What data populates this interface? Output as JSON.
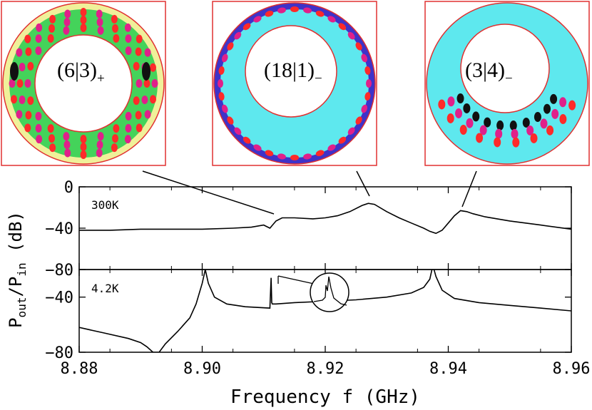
{
  "chart_data": [
    {
      "type": "line",
      "panel_label": "300K",
      "xlabel": "Frequency f (GHz)",
      "ylabel_parts": {
        "p": "P",
        "out": "out",
        "slash": "/P",
        "in": "in",
        "unit": " (dB)"
      },
      "xlim": [
        8.88,
        8.96
      ],
      "ylim": [
        -80,
        0
      ],
      "x_ticks": [
        "8.88",
        "8.90",
        "8.92",
        "8.94",
        "8.96"
      ],
      "y_ticks": [
        "0",
        "−40",
        "−80"
      ],
      "x": [
        8.88,
        8.885,
        8.89,
        8.895,
        8.9,
        8.905,
        8.908,
        8.91,
        8.911,
        8.912,
        8.913,
        8.915,
        8.918,
        8.92,
        8.922,
        8.924,
        8.926,
        8.927,
        8.928,
        8.93,
        8.932,
        8.934,
        8.936,
        8.937,
        8.938,
        8.939,
        8.94,
        8.941,
        8.942,
        8.943,
        8.944,
        8.946,
        8.95,
        8.955,
        8.96
      ],
      "y": [
        -42,
        -42,
        -41,
        -41,
        -41,
        -40,
        -39,
        -37,
        -40,
        -33,
        -30,
        -30,
        -31,
        -30,
        -28,
        -24,
        -18,
        -16,
        -17,
        -24,
        -30,
        -35,
        -40,
        -43,
        -45,
        -42,
        -35,
        -28,
        -23,
        -24,
        -26,
        -29,
        -33,
        -37,
        -41
      ]
    },
    {
      "type": "line",
      "panel_label": "4.2K",
      "xlim": [
        8.88,
        8.96
      ],
      "ylim": [
        -80,
        -20
      ],
      "x": [
        8.88,
        8.884,
        8.888,
        8.89,
        8.891,
        8.892,
        8.893,
        8.894,
        8.896,
        8.898,
        8.899,
        8.9,
        8.9005,
        8.901,
        8.902,
        8.904,
        8.907,
        8.911,
        8.9112,
        8.9113,
        8.9114,
        8.912,
        8.915,
        8.92,
        8.925,
        8.93,
        8.934,
        8.936,
        8.937,
        8.9375,
        8.938,
        8.939,
        8.941,
        8.945,
        8.95,
        8.955,
        8.96
      ],
      "y": [
        -62,
        -66,
        -70,
        -73,
        -76,
        -80,
        -80,
        -74,
        -65,
        -55,
        -45,
        -30,
        -20,
        -30,
        -40,
        -45,
        -47,
        -48,
        -26,
        -44,
        -45,
        -45,
        -44,
        -43,
        -42,
        -40,
        -37,
        -33,
        -27,
        -17,
        -25,
        -35,
        -41,
        -44,
        -46,
        -48,
        -50
      ]
    }
  ],
  "insets": [
    {
      "label": "(6|3)",
      "sub": "+"
    },
    {
      "label": "(18|1)",
      "sub": "−"
    },
    {
      "label": "(3|4)",
      "sub": "−"
    }
  ]
}
